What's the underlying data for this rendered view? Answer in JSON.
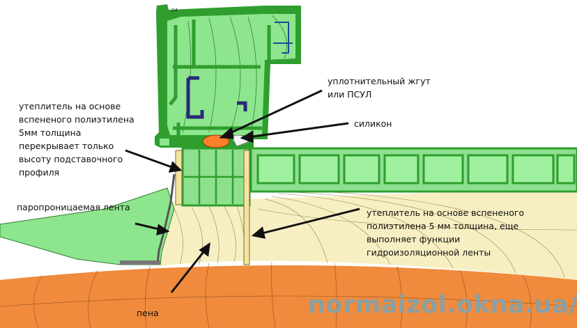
{
  "labels": {
    "seal_cord": [
      "уплотнительный жгут",
      "или ПСУЛ"
    ],
    "silicone": "силикон",
    "insulation_short": [
      "утеплитель на основе",
      "вспененого полиэтилена",
      "5мм толщина",
      "перекрывает только",
      "высоту подставочного",
      "профиля"
    ],
    "vapor_tape": "паропроницаемая лента",
    "insulation_long": [
      "утеплитель на основе вспененого",
      "полиэтилена 5 мм толщина, еще",
      "выполняет функции",
      "гидроизоляционной ленты"
    ],
    "foam": "пена"
  },
  "watermark": "normaizol.okna.ua/",
  "colors": {
    "profile_green": "#2f9e2f",
    "light_green": "#8de68d",
    "sill_green": "#8ee08e",
    "wall_orange": "#f08a3c",
    "foam_cream": "#f7efc2",
    "seal_dark": "#2a2a7a",
    "silicone_white": "#f4f4f4",
    "cord_orange": "#ff7f2a",
    "arrow": "#111111",
    "watermark": "#8aa0a2"
  }
}
